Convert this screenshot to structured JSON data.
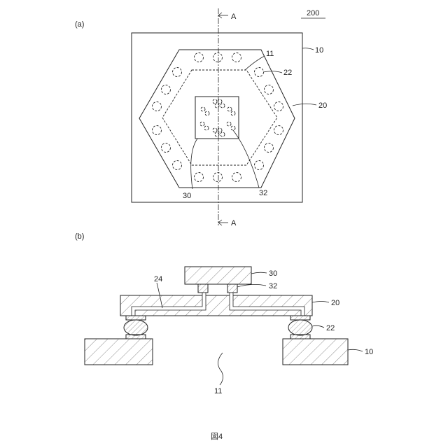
{
  "figure": {
    "caption": "図4",
    "panel_a": "(a)",
    "panel_b": "(b)",
    "ref_number": "200",
    "section_marker": "A"
  },
  "labels_a": {
    "substrate": "10",
    "cavity": "11",
    "interposer": "20",
    "bumps": "22",
    "chip": "30",
    "chip_bumps": "32"
  },
  "labels_b": {
    "chip": "30",
    "chip_bumps": "32",
    "wiring": "24",
    "interposer": "20",
    "bumps": "22",
    "substrate": "10",
    "cavity": "11"
  }
}
